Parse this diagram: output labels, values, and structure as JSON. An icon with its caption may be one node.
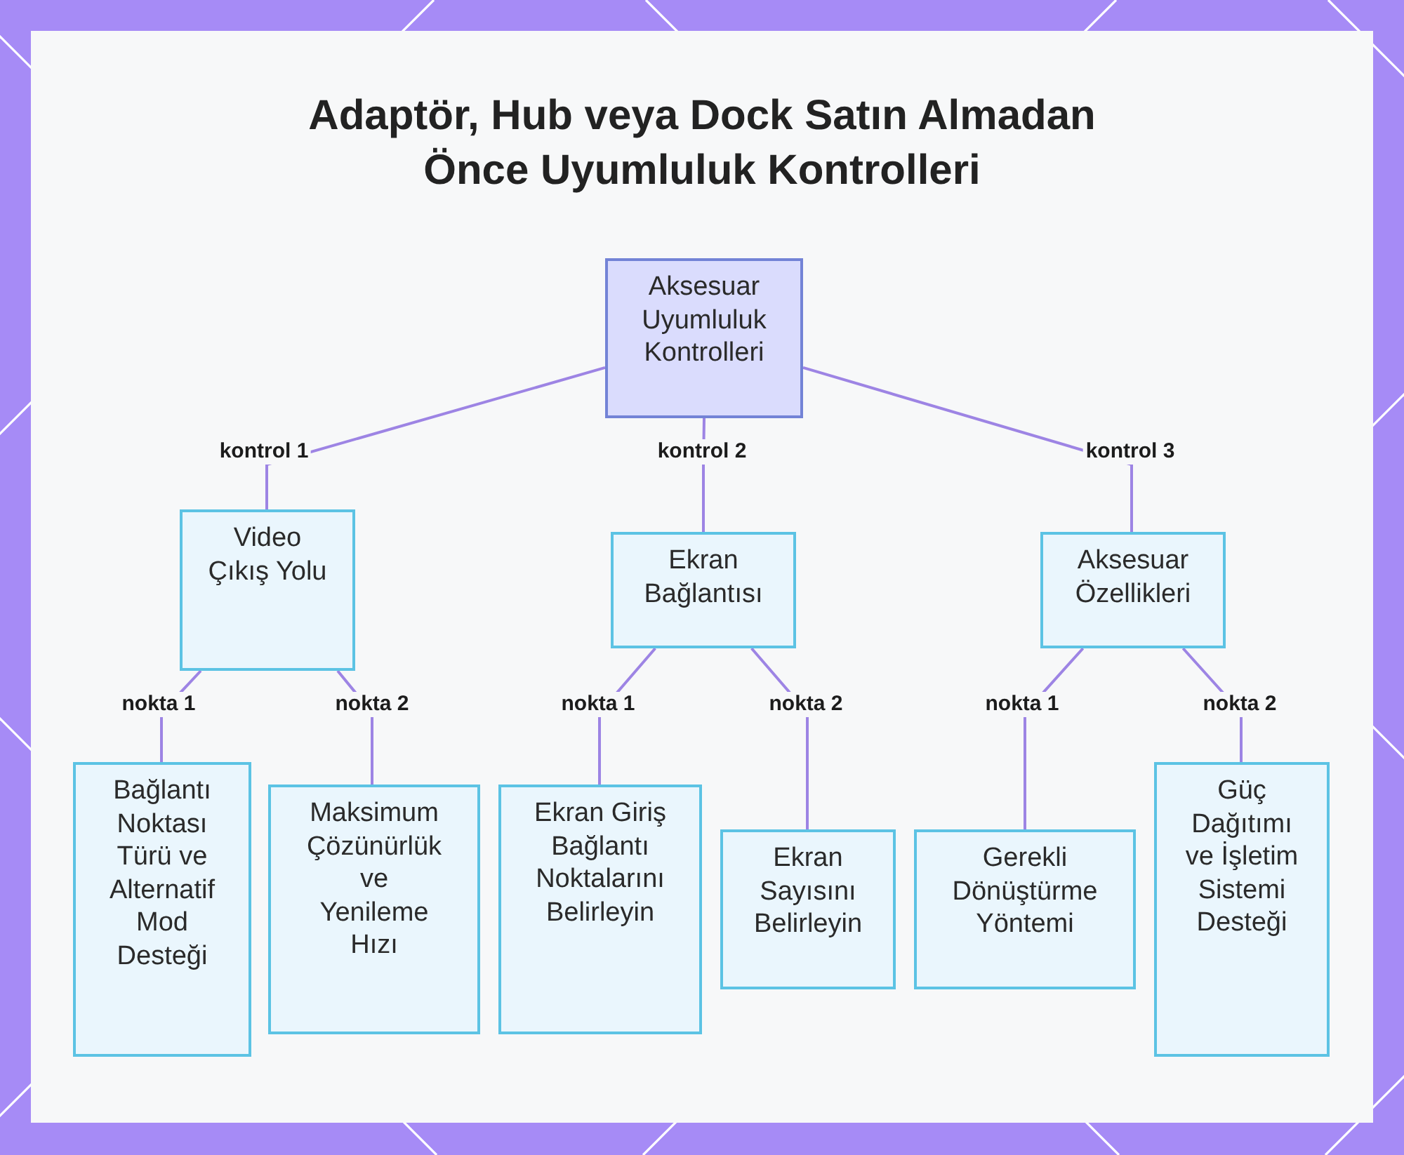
{
  "diagram": {
    "title": "Adaptör, Hub veya Dock Satın Almadan Önce Uyumluluk Kontrolleri",
    "nodes": [
      {
        "text": [
          "Aksesuar Uyumluluk Kontrolleri"
        ]
      },
      {
        "text": [
          "Video Çıkış Yolu"
        ]
      },
      {
        "text": [
          "Ekran Bağlantısı"
        ]
      },
      {
        "text": [
          "Aksesuar Özellikleri"
        ]
      },
      {
        "text": [
          "Bağlantı Noktası Türü ve Alternatif Mod Desteği"
        ]
      },
      {
        "text": [
          "Maksimum Çözünürlük ve Yenileme Hızı"
        ]
      },
      {
        "text": [
          "Ekran Giriş Bağlantı Noktalarını Belirleyin"
        ]
      },
      {
        "text": [
          "Ekran Sayısını Belirleyin"
        ]
      },
      {
        "text": [
          "Gerekli Dönüştürme Yöntemi"
        ]
      },
      {
        "text": [
          "Güç Dağıtımı ve İşletim Sistemi Desteği"
        ]
      }
    ],
    "edges": [
      {
        "from": 0,
        "to": 1,
        "arrow": "none",
        "label": "kontrol 1"
      },
      {
        "from": 0,
        "to": 2,
        "arrow": "none",
        "label": "kontrol 2"
      },
      {
        "from": 0,
        "to": 3,
        "arrow": "none",
        "label": "kontrol 3"
      },
      {
        "from": 1,
        "to": 4,
        "arrow": "none",
        "label": "nokta 1"
      },
      {
        "from": 1,
        "to": 5,
        "arrow": "none",
        "label": "nokta 2"
      },
      {
        "from": 2,
        "to": 6,
        "arrow": "none",
        "label": "nokta 1"
      },
      {
        "from": 2,
        "to": 7,
        "arrow": "none",
        "label": "nokta 2"
      },
      {
        "from": 3,
        "to": 8,
        "arrow": "none",
        "label": "nokta 1"
      },
      {
        "from": 3,
        "to": 9,
        "arrow": "none",
        "label": "nokta 2"
      }
    ]
  }
}
